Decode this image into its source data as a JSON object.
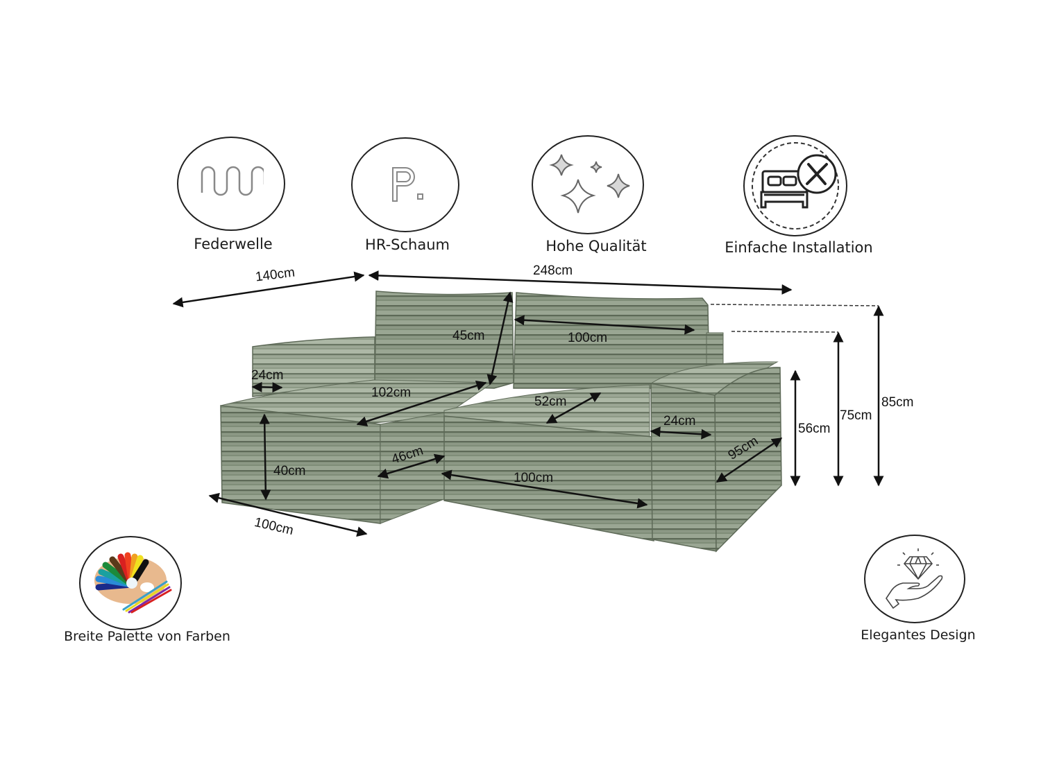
{
  "features": [
    {
      "id": "federwelle",
      "label": "Federwelle",
      "icon": "spring-wave-icon"
    },
    {
      "id": "hr-schaum",
      "label": "HR-Schaum",
      "icon": "foam-p-icon"
    },
    {
      "id": "hohe-qualitaet",
      "label": "Hohe Qualität",
      "icon": "sparkles-icon"
    },
    {
      "id": "einfache-installation",
      "label": "Einfache Installation",
      "icon": "bed-tools-icon"
    },
    {
      "id": "breite-palette",
      "label": "Breite Palette von Farben",
      "icon": "paint-palette-icon"
    },
    {
      "id": "elegantes-design",
      "label": "Elegantes Design",
      "icon": "diamond-hand-icon"
    }
  ],
  "product": {
    "color": "#7f8d78",
    "dimensions": {
      "overall_depth": "140cm",
      "overall_width": "248cm",
      "back_cushion_height": "45cm",
      "back_cushion_width": "100cm",
      "left_arm_width": "24cm",
      "chaise_length": "102cm",
      "seat_depth": "52cm",
      "right_arm_width": "24cm",
      "chaise_height": "40cm",
      "chaise_side": "46cm",
      "seat_front_width": "100cm",
      "arm_depth": "95cm",
      "arm_height": "56cm",
      "back_height": "75cm",
      "total_height": "85cm",
      "chaise_width": "100cm"
    }
  }
}
